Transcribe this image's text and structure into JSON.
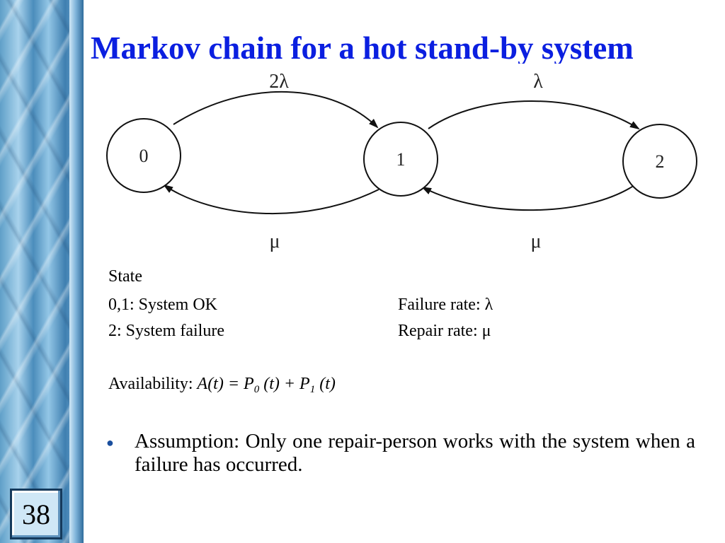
{
  "slide": {
    "title": "Markov chain for a hot stand-by system",
    "number": "38"
  },
  "diagram": {
    "states": [
      {
        "label": "0"
      },
      {
        "label": "1"
      },
      {
        "label": "2"
      }
    ],
    "transitions": {
      "rate_0_to_1": "2λ",
      "rate_1_to_2": "λ",
      "rate_1_to_0": "μ",
      "rate_2_to_1": "μ"
    }
  },
  "info": {
    "state_heading": "State",
    "state_ok": "0,1: System OK",
    "state_failure": "2: System failure",
    "failure_rate": "Failure rate: λ",
    "repair_rate": "Repair rate: μ"
  },
  "availability": {
    "label": "Availability: ",
    "lhs": "A(t) = P",
    "sub0": "0",
    "mid": " (t) + P",
    "sub1": "1",
    "end": " (t)"
  },
  "bullets": [
    "Assumption: Only one repair-person works with the system when a failure has occurred."
  ],
  "colors": {
    "title": "#0b1fe0",
    "bullet": "#1a4f9e"
  }
}
